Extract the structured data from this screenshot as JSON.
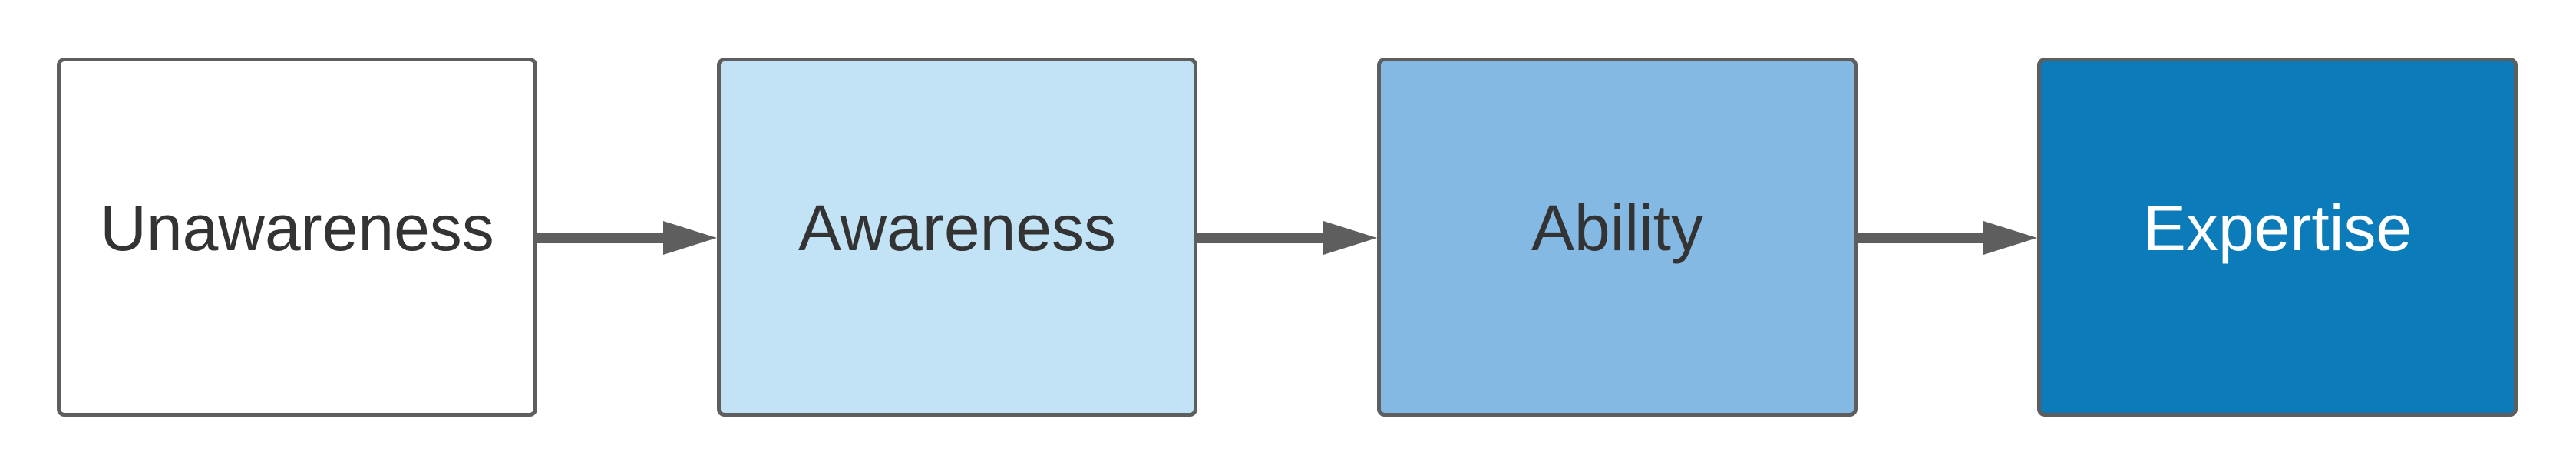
{
  "steps": [
    {
      "label": "Unawareness",
      "fill": "#ffffff",
      "text_color": "#333333"
    },
    {
      "label": "Awareness",
      "fill": "#c2e3f6",
      "text_color": "#333333"
    },
    {
      "label": "Ability",
      "fill": "#84b9e3",
      "text_color": "#333333"
    },
    {
      "label": "Expertise",
      "fill": "#0c7bba",
      "text_color": "#ffffff"
    }
  ],
  "colors": {
    "border": "#5e5e5e",
    "arrow": "#5e5e5e"
  }
}
